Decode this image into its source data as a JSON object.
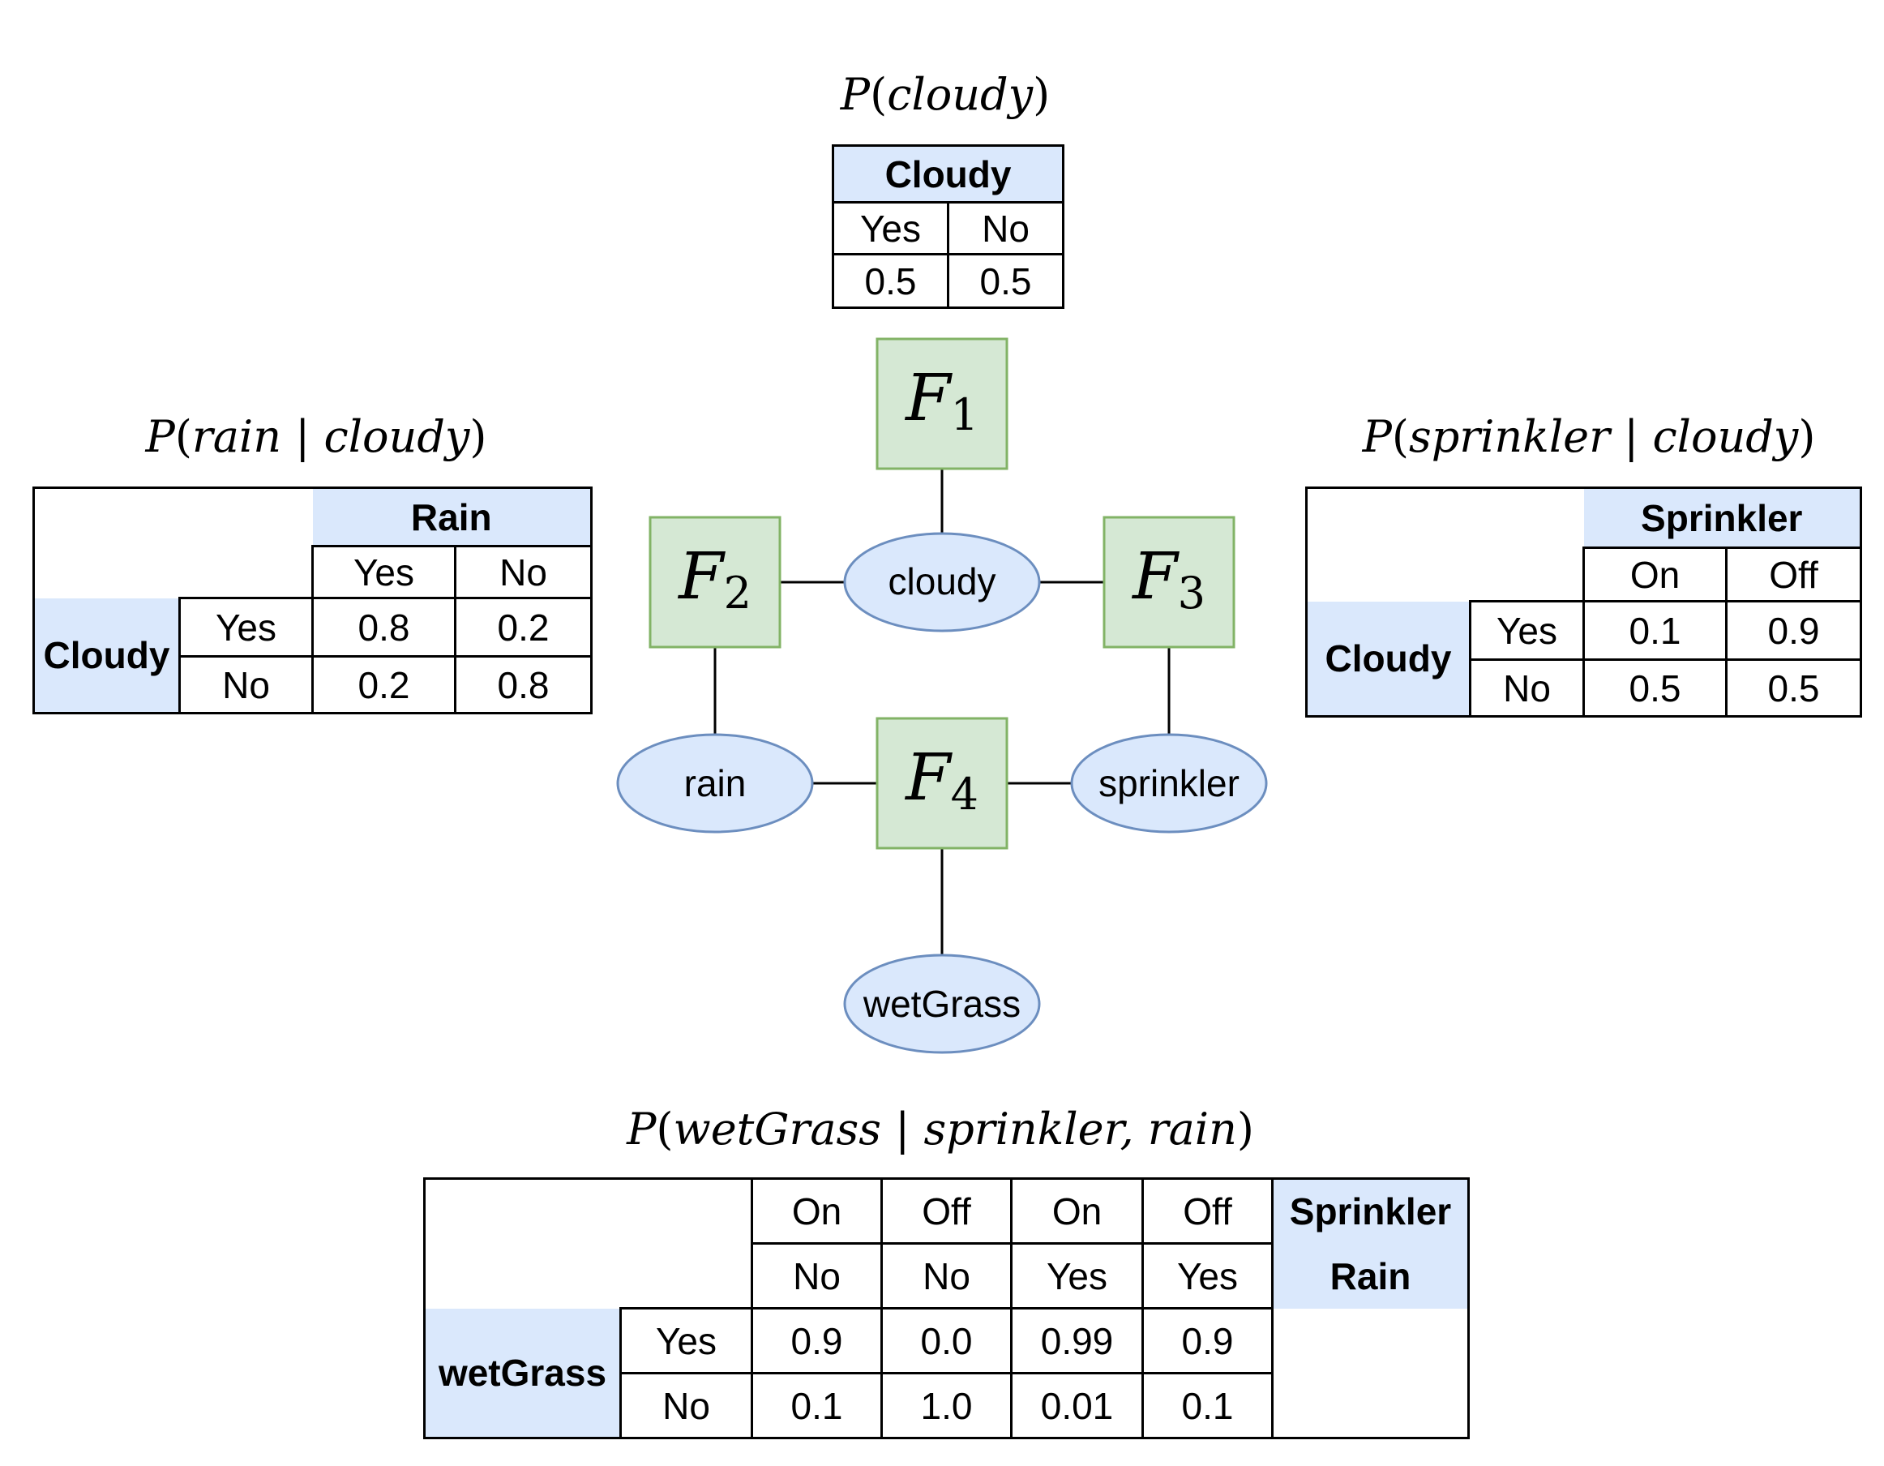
{
  "captions": {
    "cloudy": {
      "fn": "P",
      "args": "cloudy"
    },
    "rain": {
      "fn": "P",
      "args": "rain",
      "given": "cloudy"
    },
    "sprinkler": {
      "fn": "P",
      "args": "sprinkler",
      "given": "cloudy"
    },
    "wetgrass": {
      "fn": "P",
      "args": "wetGrass",
      "given": "sprinkler, rain"
    }
  },
  "tables": {
    "cloudy": {
      "header": "Cloudy",
      "cols": [
        "Yes",
        "No"
      ],
      "values": [
        "0.5",
        "0.5"
      ]
    },
    "rain": {
      "header": "Rain",
      "cols": [
        "Yes",
        "No"
      ],
      "row_header": "Cloudy",
      "rows": [
        {
          "label": "Yes",
          "values": [
            "0.8",
            "0.2"
          ]
        },
        {
          "label": "No",
          "values": [
            "0.2",
            "0.8"
          ]
        }
      ]
    },
    "sprinkler": {
      "header": "Sprinkler",
      "cols": [
        "On",
        "Off"
      ],
      "row_header": "Cloudy",
      "rows": [
        {
          "label": "Yes",
          "values": [
            "0.1",
            "0.9"
          ]
        },
        {
          "label": "No",
          "values": [
            "0.5",
            "0.5"
          ]
        }
      ]
    },
    "wetgrass": {
      "col_header_1": "Sprinkler",
      "col_header_2": "Rain",
      "cols_sprinkler": [
        "On",
        "Off",
        "On",
        "Off"
      ],
      "cols_rain": [
        "No",
        "No",
        "Yes",
        "Yes"
      ],
      "row_header": "wetGrass",
      "rows": [
        {
          "label": "Yes",
          "values": [
            "0.9",
            "0.0",
            "0.99",
            "0.9"
          ]
        },
        {
          "label": "No",
          "values": [
            "0.1",
            "1.0",
            "0.01",
            "0.1"
          ]
        }
      ]
    }
  },
  "graph": {
    "factors": [
      {
        "id": "f1",
        "letter": "F",
        "sub": "1"
      },
      {
        "id": "f2",
        "letter": "F",
        "sub": "2"
      },
      {
        "id": "f3",
        "letter": "F",
        "sub": "3"
      },
      {
        "id": "f4",
        "letter": "F",
        "sub": "4"
      }
    ],
    "variables": [
      {
        "id": "cloudy",
        "label": "cloudy"
      },
      {
        "id": "rain",
        "label": "rain"
      },
      {
        "id": "sprinkler",
        "label": "sprinkler"
      },
      {
        "id": "wetgrass",
        "label": "wetGrass"
      }
    ],
    "edges": [
      [
        "f1",
        "cloudy"
      ],
      [
        "f2",
        "cloudy"
      ],
      [
        "f3",
        "cloudy"
      ],
      [
        "f2",
        "rain"
      ],
      [
        "f3",
        "sprinkler"
      ],
      [
        "f4",
        "rain"
      ],
      [
        "f4",
        "sprinkler"
      ],
      [
        "f4",
        "wetgrass"
      ]
    ]
  },
  "colors": {
    "factor_fill": "#d5e8d4",
    "factor_stroke": "#82b366",
    "variable_fill": "#dae8fc",
    "variable_stroke": "#6c8ebf",
    "header_fill": "#dae8fc"
  }
}
